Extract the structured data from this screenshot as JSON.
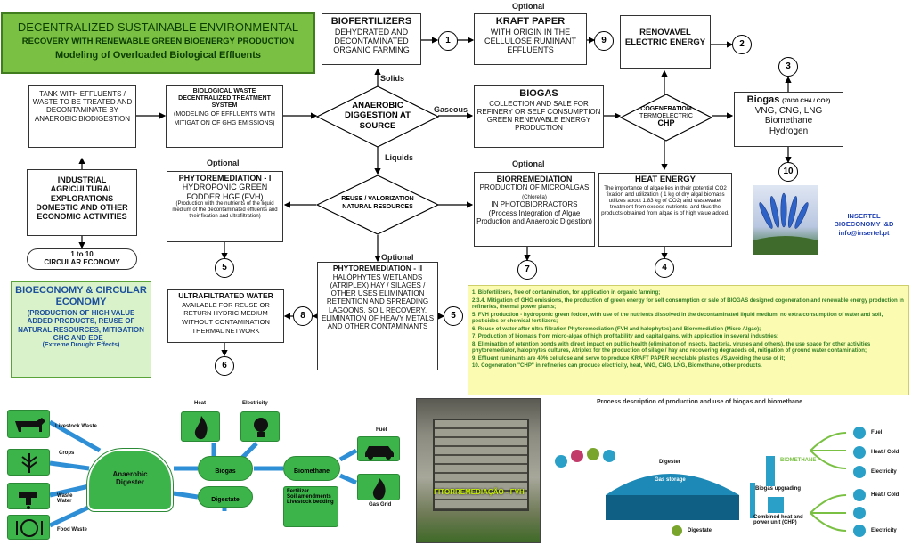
{
  "header": {
    "line1": "DECENTRALIZED SUSTAINABLE ENVIRONMENTAL",
    "line2": "RECOVERY WITH RENEWABLE GREEN BIOENERGY PRODUCTION",
    "line3": "Modeling of Overloaded Biological Effluents"
  },
  "labels": {
    "optional": "Optional",
    "solids": "Solids",
    "gaseous": "Gaseous",
    "liquids": "Liquids"
  },
  "boxes": {
    "biofert_title": "BIOFERTILIZERS",
    "biofert_body": "DEHYDRATED AND DECONTAMINATED ORGANIC FARMING",
    "kraft_title": "KRAFT PAPER",
    "kraft_body": "WITH ORIGIN IN THE CELLULOSE RUMINANT EFFLUENTS",
    "renov": "RENOVAVEL ELECTRIC ENERGY",
    "tank": "TANK WITH EFFLUENTS / WASTE TO BE TREATED AND DECONTAMINATE BY ANAEROBIC BIODIGESTION",
    "biowaste_title": "BIOLOGICAL WASTE DECENTRALIZED TREATMENT SYSTEM",
    "biowaste_body": "(MODELING OF EFFLUENTS WITH MITIGATION OF GHG EMISSIONS)",
    "anaerobic": "ANAEROBIC DIGGESTION AT SOURCE",
    "biogas_title": "BIOGAS",
    "biogas_body": "COLLECTION AND SALE FOR REFINERY OR SELF CONSUMPTION GREEN RENEWABLE ENERGY PRODUCTION",
    "cogen_title": "COGENERATIOM",
    "cogen_sub": "TERMOELECTRIC",
    "cogen_chp": "CHP",
    "biogas_r_title": "Biogas",
    "biogas_r_ratio": "(70/30 CH4 / CO2)",
    "biogas_r_l1": "VNG, CNG, LNG",
    "biogas_r_l2": "Biomethane",
    "biogas_r_l3": "Hydrogen",
    "industrial": "INDUSTRIAL AGRICULTURAL EXPLORATIONS DOMESTIC AND OTHER ECONOMIC ACTIVITIES",
    "circular1": "1 to 10",
    "circular2": "CIRCULAR ECONOMY",
    "phyto1_title": "PHYTOREMEDIATION - I",
    "phyto1_body": "HYDROPONIC GREEN FODDER HGF (FVH)",
    "phyto1_note": "(Production with the nutrients of the liquid medium of the decontaminated effluents and their fixation and ultrafiltration)",
    "reuse": "REUSE / VALORIZATION NATURAL RESOURCES",
    "biorem_title": "BIORREMEDIATION",
    "biorem_body1": "PRODUCTION OF MICROALGAS",
    "biorem_chl": "(Chlorella)",
    "biorem_body2": "IN PHOTOBIORRACTORS (Process Integration of Algae Production and Anaerobic Digestion)",
    "heat_title": "HEAT ENERGY",
    "heat_body": "The importance of algae lies in their potential CO2 fixation and utilization ( 1 kg of dry algal biomass utilizes about 1.83 kg of CO2) and wastewater treatment from excess nutrients, and thus the products obtained from algae is of high value added.",
    "insertel1": "INSERTEL",
    "insertel2": "BIOECONOMY I&D",
    "insertel3": "info@insertel.pt",
    "bioeco_title": "BIOECONOMY & CIRCULAR ECONOMY",
    "bioeco_body": "(PRODUCTION OF HIGH VALUE ADDED PRODUCTS, REUSE OF NATURAL RESOURCES, MITIGATION GHG AND EDE –",
    "bioeco_note": "(Extreme Drought Effects)",
    "ultra_title": "ULTRAFILTRATED WATER",
    "ultra_body": "AVAILABLE FOR REUSE OR RETURN HYDRIC MEDIUM WITHOUT CONTAMINATION THERMAL NETWORK",
    "phyto2_title": "PHYTOREMEDIATION - II",
    "phyto2_body": "HALÓPHYTES WETLANDS (ATRIPLEX) HAY / SILAGES / OTHER USES ELIMINATION RETENTION AND SPREADING LAGOONS, SOIL RECOVERY, ELIMINATION OF HEAVY METALS AND OTHER CONTAMINANTS"
  },
  "circles": [
    "1",
    "9",
    "2",
    "3",
    "10",
    "5",
    "7",
    "4",
    "8",
    "5",
    "6"
  ],
  "notes": [
    "1. Biofertilizers, free of contamination, for application in organic farming;",
    "2.3.4. Mitigation of GHG emissions, the production of green energy for self consumption or sale of BIOGAS designed cogeneration and renewable energy production in refineries, thermal power plants;",
    "5. FVH production - hydroponic green fodder, with use of the nutrients dissolved  in the decontaminated liquid medium, no extra consumption of water and soil, pesticides or chemical fertilizers;",
    "6. Reuse of water after ultra filtration Phytoremediation (FVH and halophytes) and Bioremediation (Micro Algae);",
    "7. Production of biomass from micro-algae of high profitability and capital gains, with application in several industries;",
    "8. Elimination of retention ponds with direct impact on public health (elimination of insects, bacteria, viruses and others), the use space for other activities phytoremediator, halophytes cultures, Atriplex for the production of silage / hay and recovering degradeds oil, mitigation of ground water contamination;",
    "9. Effluent ruminants are 40% cellulose and serve to produce KRAFT PAPER recyclable plastics VS,avoiding the use of it;",
    "10. Cogeneration \"CHP\" in refineries can produce electricity, heat, VNG, CNG, LNG, Biomethane, other products."
  ],
  "bottom_left": {
    "livestock": "Livestock Waste",
    "crops": "Crops",
    "waste_water": "Waste Water",
    "food": "Food Waste",
    "digester": "Anaerobic Digester",
    "heat": "Heat",
    "electricity": "Electricity",
    "biogas": "Biogas",
    "digestate": "Digestate",
    "biomethane": "Biomethane",
    "fuel": "Fuel",
    "gasgrid": "Gas Grid",
    "digestate_uses": [
      "Fertilizer",
      "Soil amendments",
      "Livestock bedding"
    ]
  },
  "photo_caption": "FITORREMEDIAÇÃO - FVH",
  "process": {
    "title": "Process description of production and use of biogas and biomethane",
    "digester": "Digester",
    "gas_storage": "Gas storage",
    "biomethane": "BIOMETHANE",
    "upgrading": "Biogas upgrading",
    "chp": "Combined heat and power unit (CHP)",
    "digestate": "Digestate",
    "fuel": "Fuel",
    "heatcold": "Heat / Cold",
    "electricity": "Electricity"
  },
  "colors": {
    "header_green": "#7ac143",
    "notes_yellow": "#fcfbb2",
    "notes_text": "#2e7d22",
    "bottom_green": "#3cb44a"
  }
}
